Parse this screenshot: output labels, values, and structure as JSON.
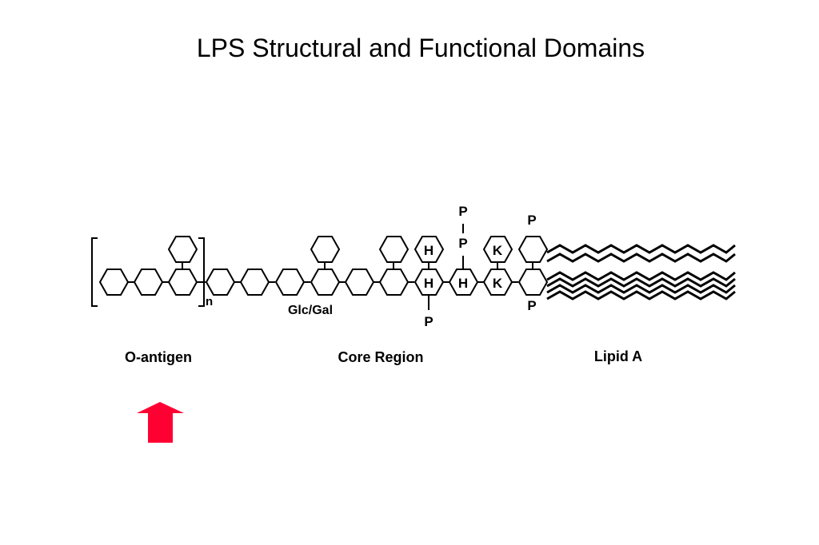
{
  "title": "LPS Structural and Functional Domains",
  "diagram": {
    "repeat_subscript": "n",
    "core_label": "Glc/Gal",
    "ring_letters": {
      "heptose_top": "H",
      "heptose_middle": "H",
      "heptose_right": "H",
      "kdo_top": "K",
      "kdo_bottom": "K"
    },
    "phosphates": {
      "heptose_bottom": "P",
      "heptose_right_upper": "P",
      "heptose_right_top": "P",
      "lipid_top": "P",
      "lipid_bottom": "P"
    },
    "domains": {
      "o_antigen": "O-antigen",
      "core": "Core Region",
      "lipid_a": "Lipid A"
    },
    "arrow_color": "#ff0033",
    "arrow_icon": "up-arrow-icon"
  }
}
